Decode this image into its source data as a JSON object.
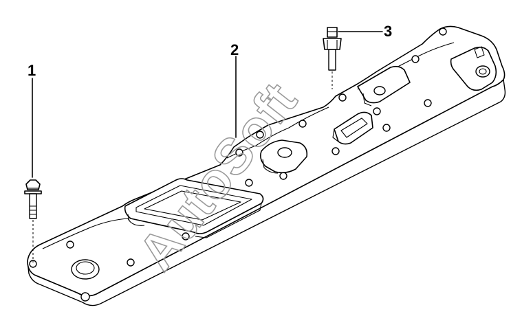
{
  "callouts": [
    {
      "id": "1",
      "label": "1"
    },
    {
      "id": "2",
      "label": "2"
    },
    {
      "id": "3",
      "label": "3"
    }
  ],
  "watermark": {
    "text": "AutoSoft",
    "color": "#9a9a9a"
  },
  "colors": {
    "line": "#000000",
    "background": "#ffffff"
  }
}
